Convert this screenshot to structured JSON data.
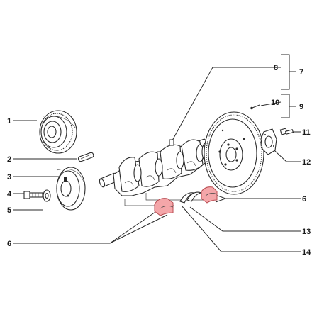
{
  "callouts": {
    "c1": "1",
    "c2": "2",
    "c3": "3",
    "c4": "4",
    "c5": "5",
    "c6_left": "6",
    "c6_right": "6",
    "c7": "7",
    "c8": "8",
    "c9": "9",
    "c10": "10",
    "c11": "11",
    "c12": "12",
    "c13": "13",
    "c14": "14"
  },
  "colors": {
    "highlight_fill": "#f4a6a9",
    "highlight_stroke": "#b84a50",
    "line": "#2a2a2a"
  }
}
